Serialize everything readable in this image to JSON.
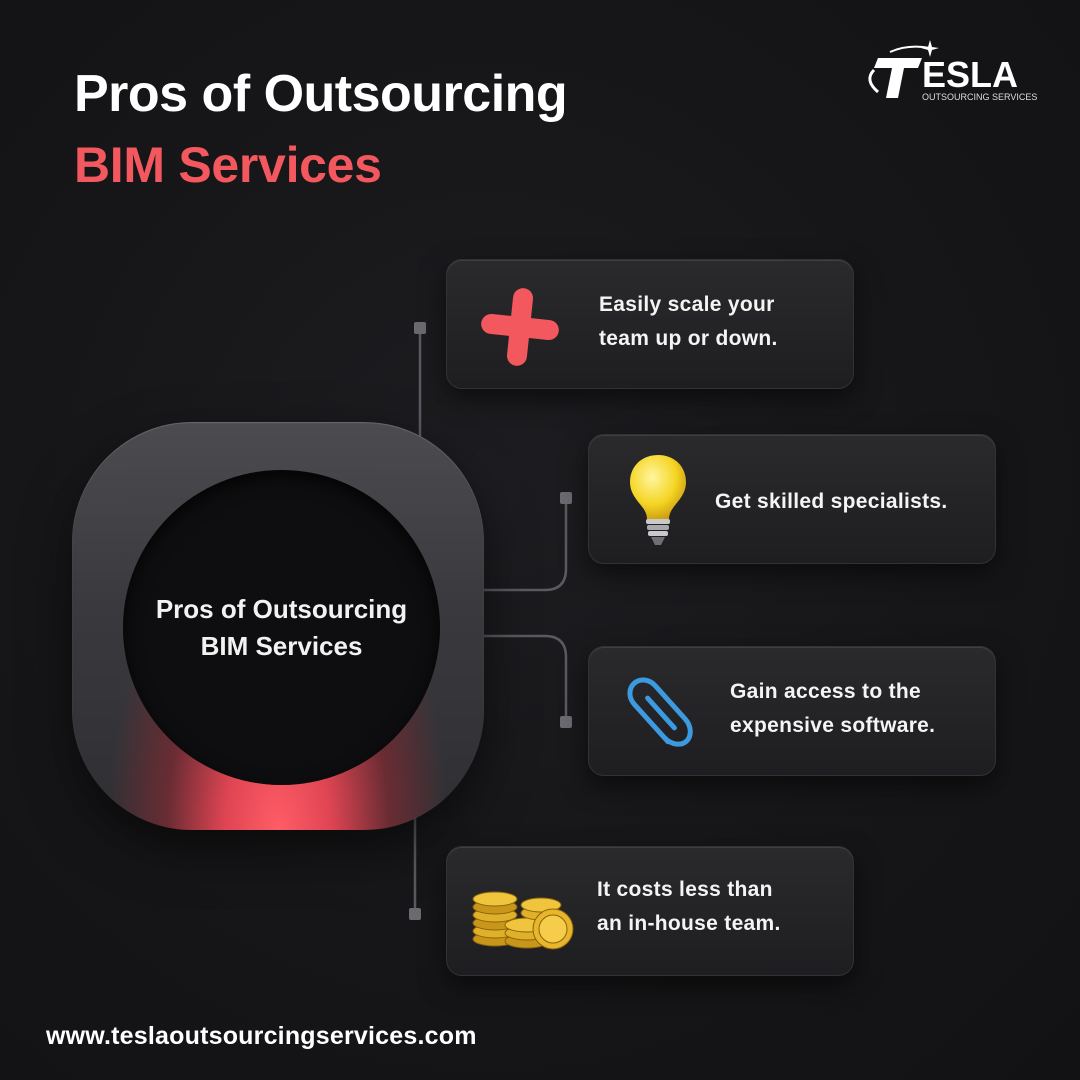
{
  "title": {
    "line1": "Pros of Outsourcing",
    "line2": "BIM Services"
  },
  "logo": {
    "brand": "ESLA",
    "tagline": "OUTSOURCING SERVICES"
  },
  "hub": {
    "line1": "Pros of Outsourcing",
    "line2": "BIM Services"
  },
  "items": [
    {
      "icon": "red-cross-icon",
      "line1": "Easily scale your",
      "line2": "team up or down."
    },
    {
      "icon": "light-bulb-icon",
      "line1": "Get skilled specialists.",
      "line2": ""
    },
    {
      "icon": "paper-clip-icon",
      "line1": "Gain access to the",
      "line2": "expensive software."
    },
    {
      "icon": "gold-coins-icon",
      "line1": "It costs less than",
      "line2": "an in-house team."
    }
  ],
  "footer": {
    "website": "www.teslaoutsourcingservices.com"
  },
  "colors": {
    "accent": "#f2585e",
    "background": "#161618",
    "card": "#242427"
  }
}
